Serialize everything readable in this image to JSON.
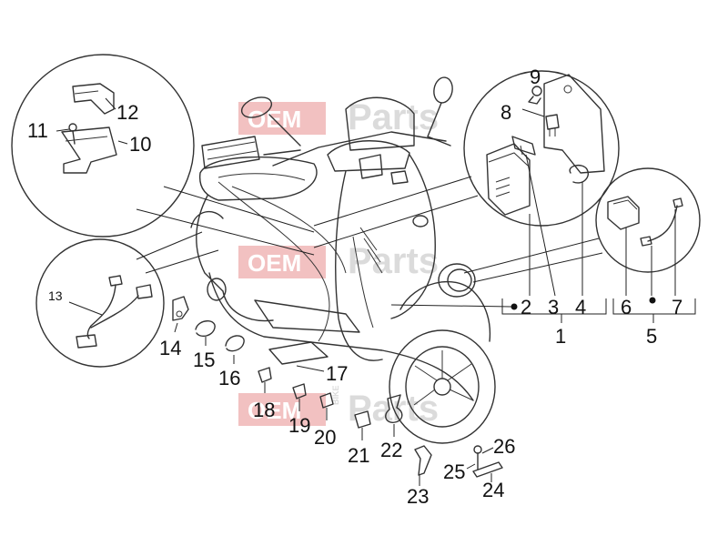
{
  "watermark": {
    "brand_box_text": "OEM",
    "brand_rest_text": "Parts",
    "tag_text": "BIKE",
    "box_color": "#e06a6a",
    "text_color": "#cfcfcf"
  },
  "callouts": {
    "c1": "1",
    "c2": "2",
    "c3": "3",
    "c4": "4",
    "c5": "5",
    "c6": "6",
    "c7": "7",
    "c8": "8",
    "c9": "9",
    "c10": "10",
    "c11": "11",
    "c12": "12",
    "c13": "13",
    "c14": "14",
    "c15": "15",
    "c16": "16",
    "c17": "17",
    "c18": "18",
    "c19": "19",
    "c20": "20",
    "c21": "21",
    "c22": "22",
    "c23": "23",
    "c24": "24",
    "c25": "25",
    "c26": "26"
  }
}
